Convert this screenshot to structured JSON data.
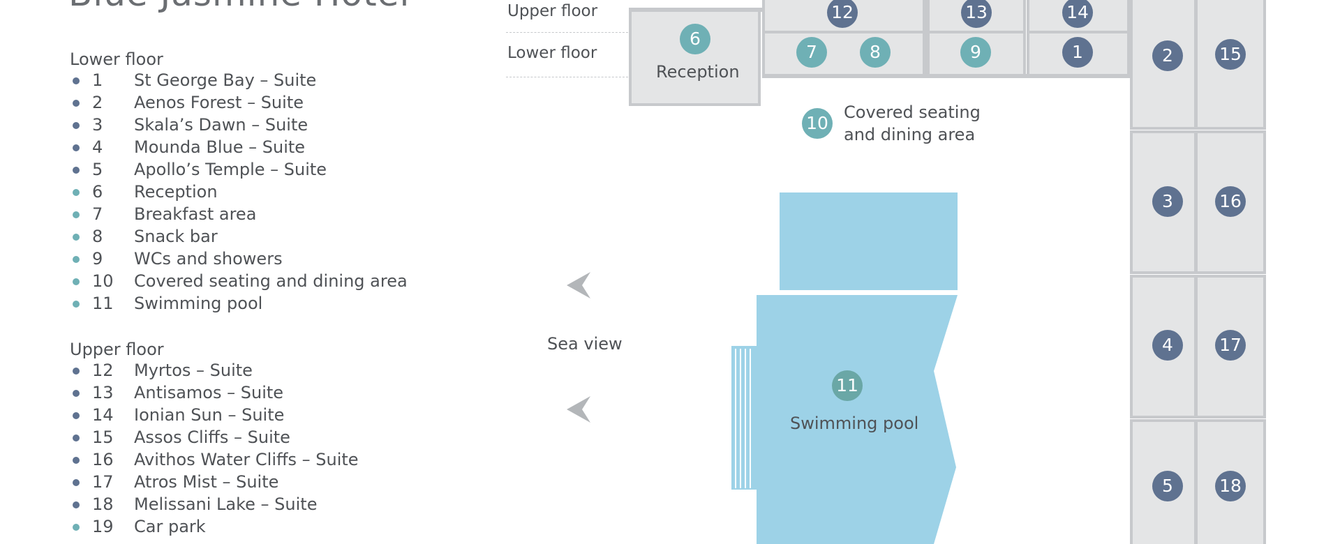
{
  "title": "Blue Jasmine Hotel",
  "colors": {
    "suite_marker": "#5f7290",
    "facility_marker": "#6fb0b5",
    "pool": "#9dd2e7",
    "room_fill": "#e4e5e6",
    "wall": "#c7c9cc",
    "text": "#4f5256"
  },
  "legend": {
    "lower_heading": "Lower floor",
    "lower_items": [
      {
        "num": "1",
        "name": "St George Bay – Suite",
        "type": "suite"
      },
      {
        "num": "2",
        "name": "Aenos Forest – Suite",
        "type": "suite"
      },
      {
        "num": "3",
        "name": "Skala’s Dawn – Suite",
        "type": "suite"
      },
      {
        "num": "4",
        "name": "Mounda Blue – Suite",
        "type": "suite"
      },
      {
        "num": "5",
        "name": "Apollo’s Temple – Suite",
        "type": "suite"
      },
      {
        "num": "6",
        "name": "Reception",
        "type": "facility"
      },
      {
        "num": "7",
        "name": "Breakfast area",
        "type": "facility"
      },
      {
        "num": "8",
        "name": "Snack bar",
        "type": "facility"
      },
      {
        "num": "9",
        "name": "WCs and showers",
        "type": "facility"
      },
      {
        "num": "10",
        "name": "Covered seating and dining area",
        "type": "facility"
      },
      {
        "num": "11",
        "name": "Swimming pool",
        "type": "facility"
      }
    ],
    "upper_heading": "Upper floor",
    "upper_items": [
      {
        "num": "12",
        "name": "Myrtos – Suite",
        "type": "suite"
      },
      {
        "num": "13",
        "name": "Antisamos – Suite",
        "type": "suite"
      },
      {
        "num": "14",
        "name": "Ionian Sun – Suite",
        "type": "suite"
      },
      {
        "num": "15",
        "name": "Assos Cliffs – Suite",
        "type": "suite"
      },
      {
        "num": "16",
        "name": "Avithos Water Cliffs – Suite",
        "type": "suite"
      },
      {
        "num": "17",
        "name": "Atros Mist – Suite",
        "type": "suite"
      },
      {
        "num": "18",
        "name": "Melissani Lake – Suite",
        "type": "suite"
      },
      {
        "num": "19",
        "name": "Car park",
        "type": "facility"
      }
    ]
  },
  "map": {
    "upper_floor_label": "Upper floor",
    "lower_floor_label": "Lower floor",
    "reception_label": "Reception",
    "seating_label_line1": "Covered seating",
    "seating_label_line2": "and dining area",
    "sea_view_label": "Sea view",
    "pool_label": "Swimming pool",
    "markers": {
      "m1": "1",
      "m2": "2",
      "m3": "3",
      "m4": "4",
      "m5": "5",
      "m6": "6",
      "m7": "7",
      "m8": "8",
      "m9": "9",
      "m10": "10",
      "m11": "11",
      "m12": "12",
      "m13": "13",
      "m14": "14",
      "m15": "15",
      "m16": "16",
      "m17": "17",
      "m18": "18"
    }
  }
}
